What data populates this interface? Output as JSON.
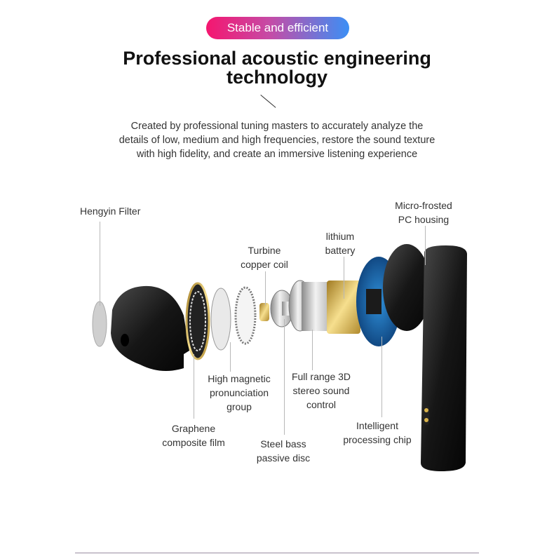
{
  "badge": {
    "label": "Stable and efficient",
    "gradient_start": "#f5166f",
    "gradient_end": "#3b8ff5"
  },
  "heading": {
    "line1": "Professional acoustic engineering",
    "line2": "technology"
  },
  "description": {
    "line1": "Created by professional tuning masters to accurately analyze the",
    "line2": "details of low, medium and high frequencies, restore the sound texture",
    "line3": "with high fidelity, and create an immersive listening experience"
  },
  "labels": {
    "hengyin_filter": "Hengyin Filter",
    "micro_frosted_1": "Micro-frosted",
    "micro_frosted_2": "PC housing",
    "lithium_1": "lithium",
    "lithium_2": "battery",
    "turbine_1": "Turbine",
    "turbine_2": "copper coil",
    "high_magnetic_1": "High magnetic",
    "high_magnetic_2": "pronunciation",
    "high_magnetic_3": "group",
    "full_range_1": "Full range 3D",
    "full_range_2": "stereo sound",
    "full_range_3": "control",
    "graphene_1": "Graphene",
    "graphene_2": "composite film",
    "steel_bass_1": "Steel bass",
    "steel_bass_2": "passive disc",
    "intelligent_1": "Intelligent",
    "intelligent_2": "processing chip"
  }
}
